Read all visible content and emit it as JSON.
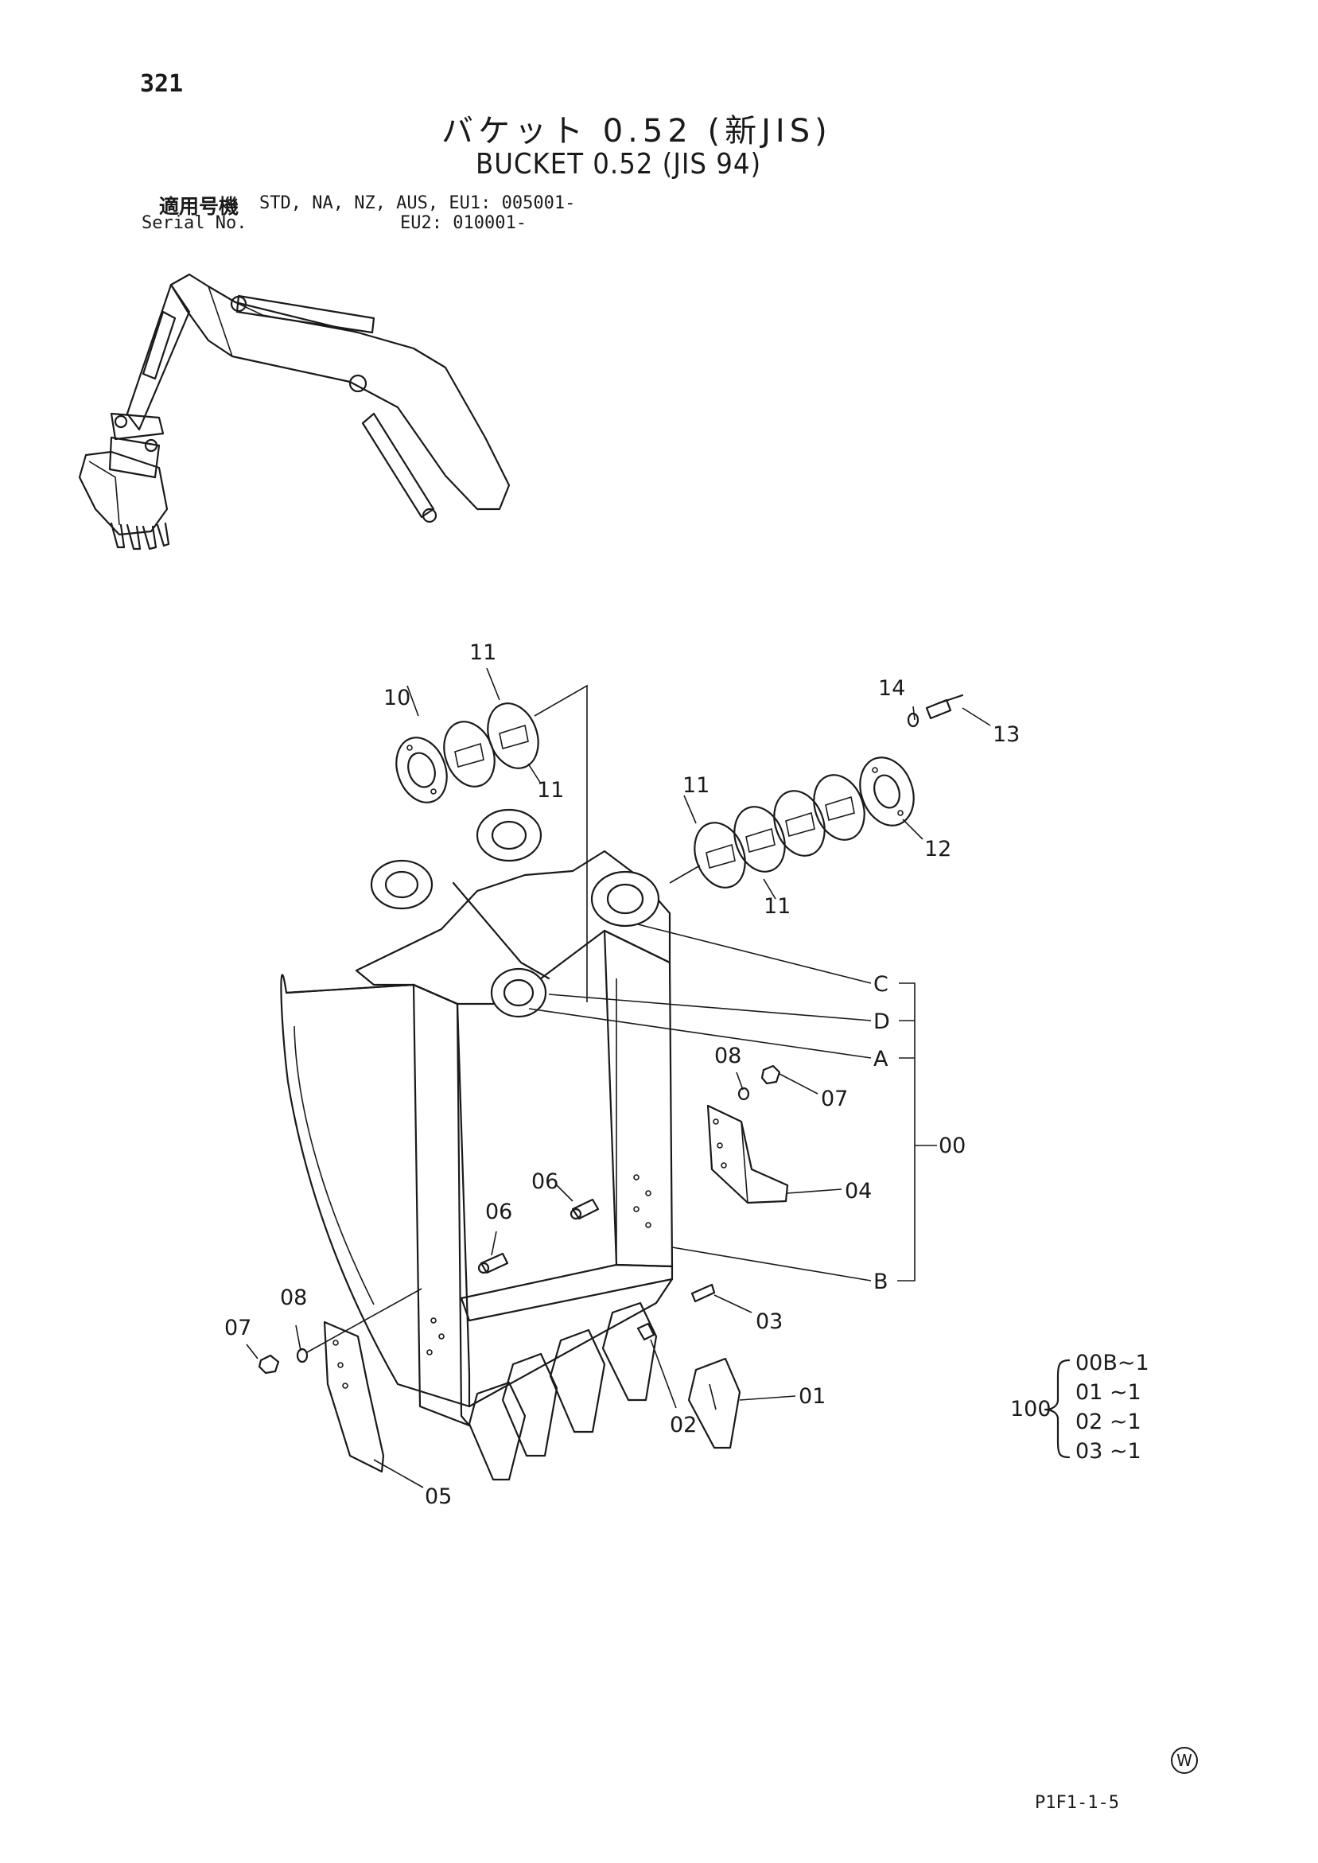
{
  "header": {
    "page_number": "321",
    "title_jp": "バケット 0.52 (新JIS)",
    "title_en": "BUCKET 0.52 (JIS 94)"
  },
  "serial": {
    "label_jp": "適用号機",
    "label_en": "Serial No.",
    "line_1": "STD, NA, NZ, AUS, EU1: 005001-",
    "line_2": "EU2: 010001-"
  },
  "callouts": {
    "p00": "00",
    "p01": "01",
    "p02": "02",
    "p03": "03",
    "p04": "04",
    "p05": "05",
    "p06a": "06",
    "p06b": "06",
    "p07a": "07",
    "p07b": "07",
    "p08a": "08",
    "p08b": "08",
    "p10": "10",
    "p11a": "11",
    "p11b": "11",
    "p11c": "11",
    "p11d": "11",
    "p12": "12",
    "p13": "13",
    "p14": "14",
    "pA": "A",
    "pB": "B",
    "pC": "C",
    "pD": "D"
  },
  "kit": {
    "number": "100",
    "items": [
      "00B~1",
      "01  ~1",
      "02  ~1",
      "03  ~1"
    ]
  },
  "footer": {
    "mark": "W",
    "drawing_code": "P1F1-1-5"
  }
}
